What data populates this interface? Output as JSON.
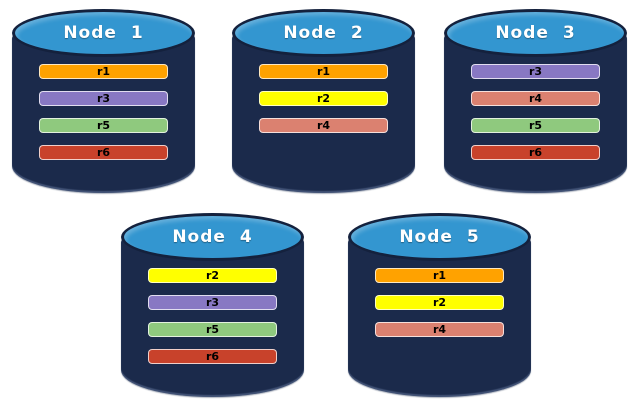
{
  "diagram": {
    "description_colors": {
      "background": "#FFFFFF",
      "cylinder_body": "#1B2A4B",
      "cylinder_top": "#3396D0",
      "cylinder_outline": "#14213D",
      "bar_text": "#000000",
      "title_text": "#FFFFFF"
    },
    "replica_colors": {
      "r1": "#FFA200",
      "r2": "#FFFF00",
      "r3": "#8878C3",
      "r4": "#DB8170",
      "r5": "#8FC97E",
      "r6": "#C8422B"
    },
    "nodes": [
      {
        "label": "Node 1",
        "replicas": [
          "r1",
          "r3",
          "r5",
          "r6"
        ]
      },
      {
        "label": "Node 2",
        "replicas": [
          "r1",
          "r2",
          "r4"
        ]
      },
      {
        "label": "Node 3",
        "replicas": [
          "r3",
          "r4",
          "r5",
          "r6"
        ]
      },
      {
        "label": "Node 4",
        "replicas": [
          "r2",
          "r3",
          "r5",
          "r6"
        ]
      },
      {
        "label": "Node 5",
        "replicas": [
          "r1",
          "r2",
          "r4"
        ]
      }
    ]
  }
}
